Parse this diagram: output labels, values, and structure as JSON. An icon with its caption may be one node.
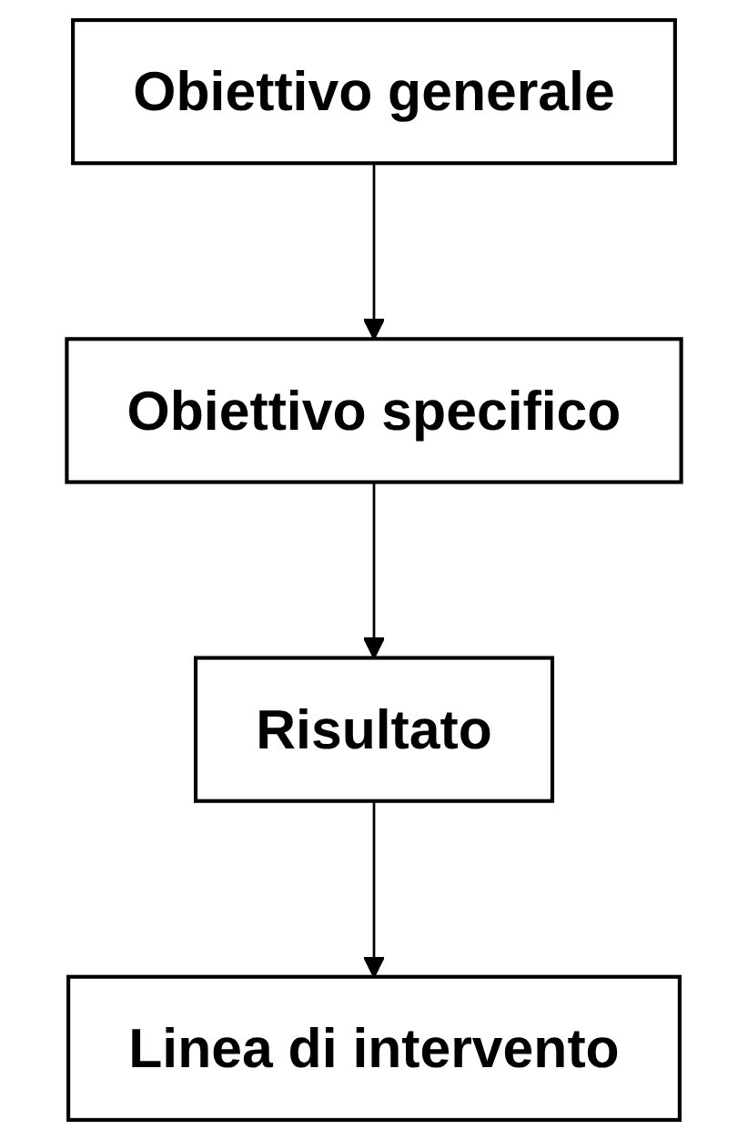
{
  "diagram": {
    "nodes": [
      {
        "text": [
          "Obiettivo generale"
        ]
      },
      {
        "text": [
          "Obiettivo specifico"
        ]
      },
      {
        "text": [
          "Risultato"
        ]
      },
      {
        "text": [
          "Linea di intervento"
        ]
      }
    ],
    "edges": [
      {
        "from": 0,
        "to": 1,
        "arrow": "to"
      },
      {
        "from": 1,
        "to": 2,
        "arrow": "to"
      },
      {
        "from": 2,
        "to": 3,
        "arrow": "to"
      }
    ]
  }
}
